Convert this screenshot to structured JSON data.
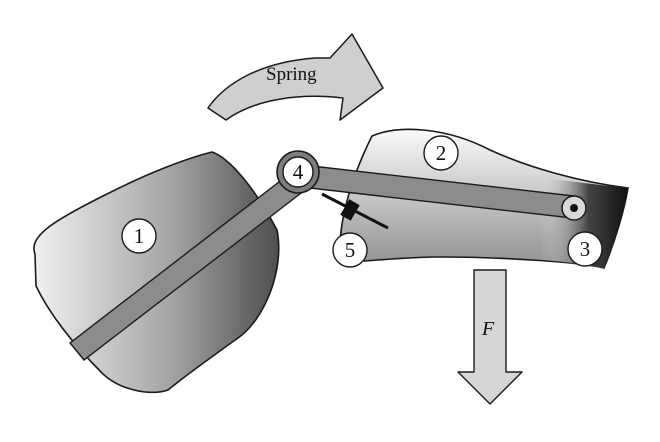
{
  "diagram": {
    "spring_label": "Spring",
    "force_label": "F",
    "parts": [
      {
        "id": "1",
        "label": "1"
      },
      {
        "id": "2",
        "label": "2"
      },
      {
        "id": "3",
        "label": "3"
      },
      {
        "id": "4",
        "label": "4"
      },
      {
        "id": "5",
        "label": "5"
      }
    ],
    "colors": {
      "outline": "#1a1a1a",
      "arrow_fill": "#cfcfcf",
      "body_dark": "#6e6e6e",
      "body_light": "#f2f2f2",
      "tip_dark": "#1c1c1c",
      "bar_fill": "#8c8c8c",
      "joint_ring": "#7d7d7d"
    }
  }
}
